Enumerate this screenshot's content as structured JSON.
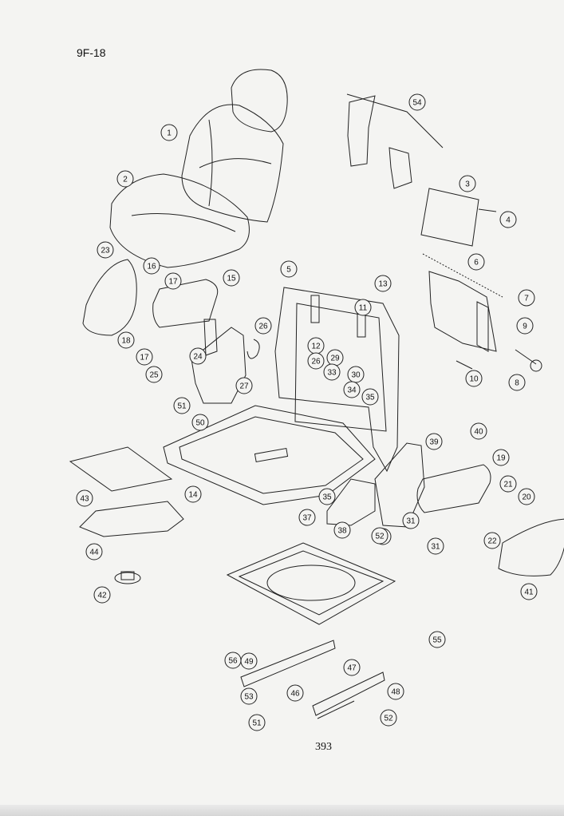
{
  "header": {
    "page_code": "9F-18"
  },
  "footer": {
    "page_number": "393"
  },
  "callouts": [
    {
      "label": "1"
    },
    {
      "label": "2"
    },
    {
      "label": "3"
    },
    {
      "label": "4"
    },
    {
      "label": "5"
    },
    {
      "label": "6"
    },
    {
      "label": "7"
    },
    {
      "label": "8"
    },
    {
      "label": "9"
    },
    {
      "label": "10"
    },
    {
      "label": "11"
    },
    {
      "label": "12"
    },
    {
      "label": "13"
    },
    {
      "label": "14"
    },
    {
      "label": "15"
    },
    {
      "label": "16"
    },
    {
      "label": "17"
    },
    {
      "label": "17"
    },
    {
      "label": "18"
    },
    {
      "label": "19"
    },
    {
      "label": "20"
    },
    {
      "label": "21"
    },
    {
      "label": "22"
    },
    {
      "label": "23"
    },
    {
      "label": "24"
    },
    {
      "label": "25"
    },
    {
      "label": "26"
    },
    {
      "label": "26"
    },
    {
      "label": "27"
    },
    {
      "label": "29"
    },
    {
      "label": "30"
    },
    {
      "label": "31"
    },
    {
      "label": "31"
    },
    {
      "label": "32"
    },
    {
      "label": "33"
    },
    {
      "label": "34"
    },
    {
      "label": "35"
    },
    {
      "label": "35"
    },
    {
      "label": "37"
    },
    {
      "label": "38"
    },
    {
      "label": "39"
    },
    {
      "label": "40"
    },
    {
      "label": "41"
    },
    {
      "label": "42"
    },
    {
      "label": "43"
    },
    {
      "label": "44"
    },
    {
      "label": "46"
    },
    {
      "label": "47"
    },
    {
      "label": "48"
    },
    {
      "label": "49"
    },
    {
      "label": "50"
    },
    {
      "label": "51"
    },
    {
      "label": "51"
    },
    {
      "label": "52"
    },
    {
      "label": "52"
    },
    {
      "label": "53"
    },
    {
      "label": "54"
    },
    {
      "label": "55"
    },
    {
      "label": "56"
    }
  ]
}
